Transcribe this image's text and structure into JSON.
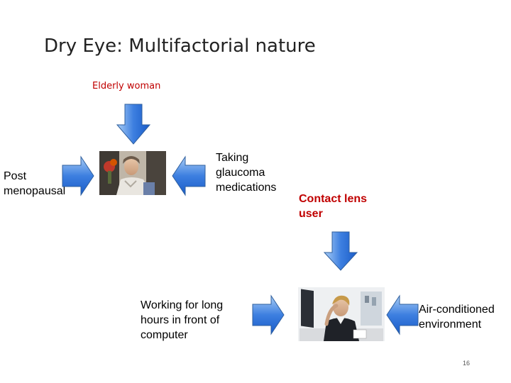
{
  "slide": {
    "title": "Dry Eye: Multifactorial nature",
    "subtitle": "Elderly woman",
    "page_number": "16"
  },
  "labels": {
    "post_menopausal": "Post\nmenopausal",
    "glaucoma": "Taking\nglaucoma\nmedications",
    "contact_lens": "Contact lens\nuser",
    "computer": "Working for long\nhours in front of\ncomputer",
    "aircon": "Air-conditioned\nenvironment"
  },
  "images": {
    "elderly_woman": "elderly woman photo",
    "computer_worker": "woman at computer photo"
  },
  "colors": {
    "arrow_light": "#7fb2ee",
    "arrow_dark": "#1a5cc8",
    "arrow_stroke": "#2f5f9e",
    "accent_red": "#c00000"
  }
}
